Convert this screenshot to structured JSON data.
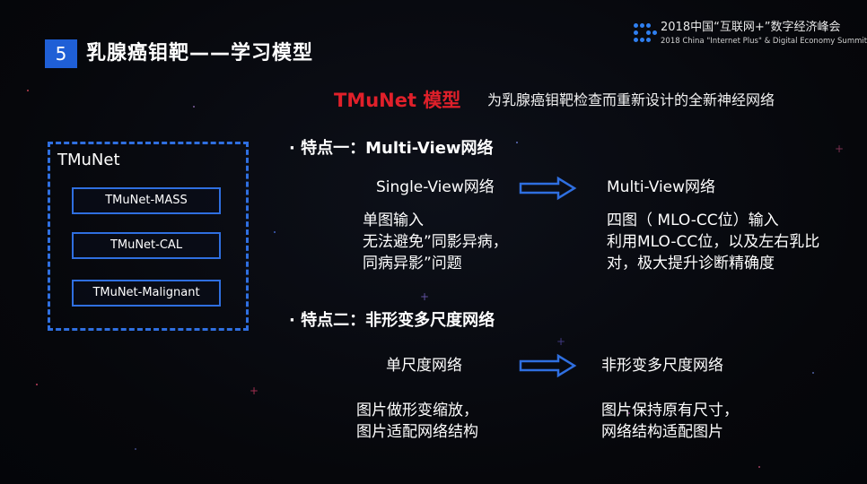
{
  "header": {
    "section_number": "5",
    "title": "乳腺癌钼靶——学习模型"
  },
  "logo": {
    "title": "2018中国“互联网+”数字经济峰会",
    "subtitle": "2018 China \"Internet Plus\" & Digital Economy Summit"
  },
  "intro": {
    "model_name": "TMuNet 模型",
    "description": "为乳腺癌钼靶检查而重新设计的全新神经网络"
  },
  "model_box": {
    "title": "TMuNet",
    "items": [
      "TMuNet-MASS",
      "TMuNet-CAL",
      "TMuNet-Malignant"
    ]
  },
  "feature1": {
    "heading": "· 特点一：Multi-View网络",
    "from_label": "Single-View网络",
    "to_label": "Multi-View网络",
    "from_desc": [
      "单图输入",
      "无法避免”同影异病，",
      "同病异影”问题"
    ],
    "to_desc": [
      "四图（ MLO-CC位）输入",
      "利用MLO-CC位，以及左右乳比",
      "对，极大提升诊断精确度"
    ]
  },
  "feature2": {
    "heading": "· 特点二：非形变多尺度网络",
    "from_label": "单尺度网络",
    "to_label": "非形变多尺度网络",
    "from_desc": [
      "图片做形变缩放，",
      "图片适配网络结构"
    ],
    "to_desc": [
      "图片保持原有尺寸，",
      "网络结构适配图片"
    ]
  },
  "colors": {
    "accent_blue": "#2f6fe0",
    "section_badge": "#1f5fd6",
    "model_red": "#e0202a",
    "background": "#06070b"
  },
  "icons": [
    "arrow-right-icon",
    "logo-dots-icon"
  ]
}
